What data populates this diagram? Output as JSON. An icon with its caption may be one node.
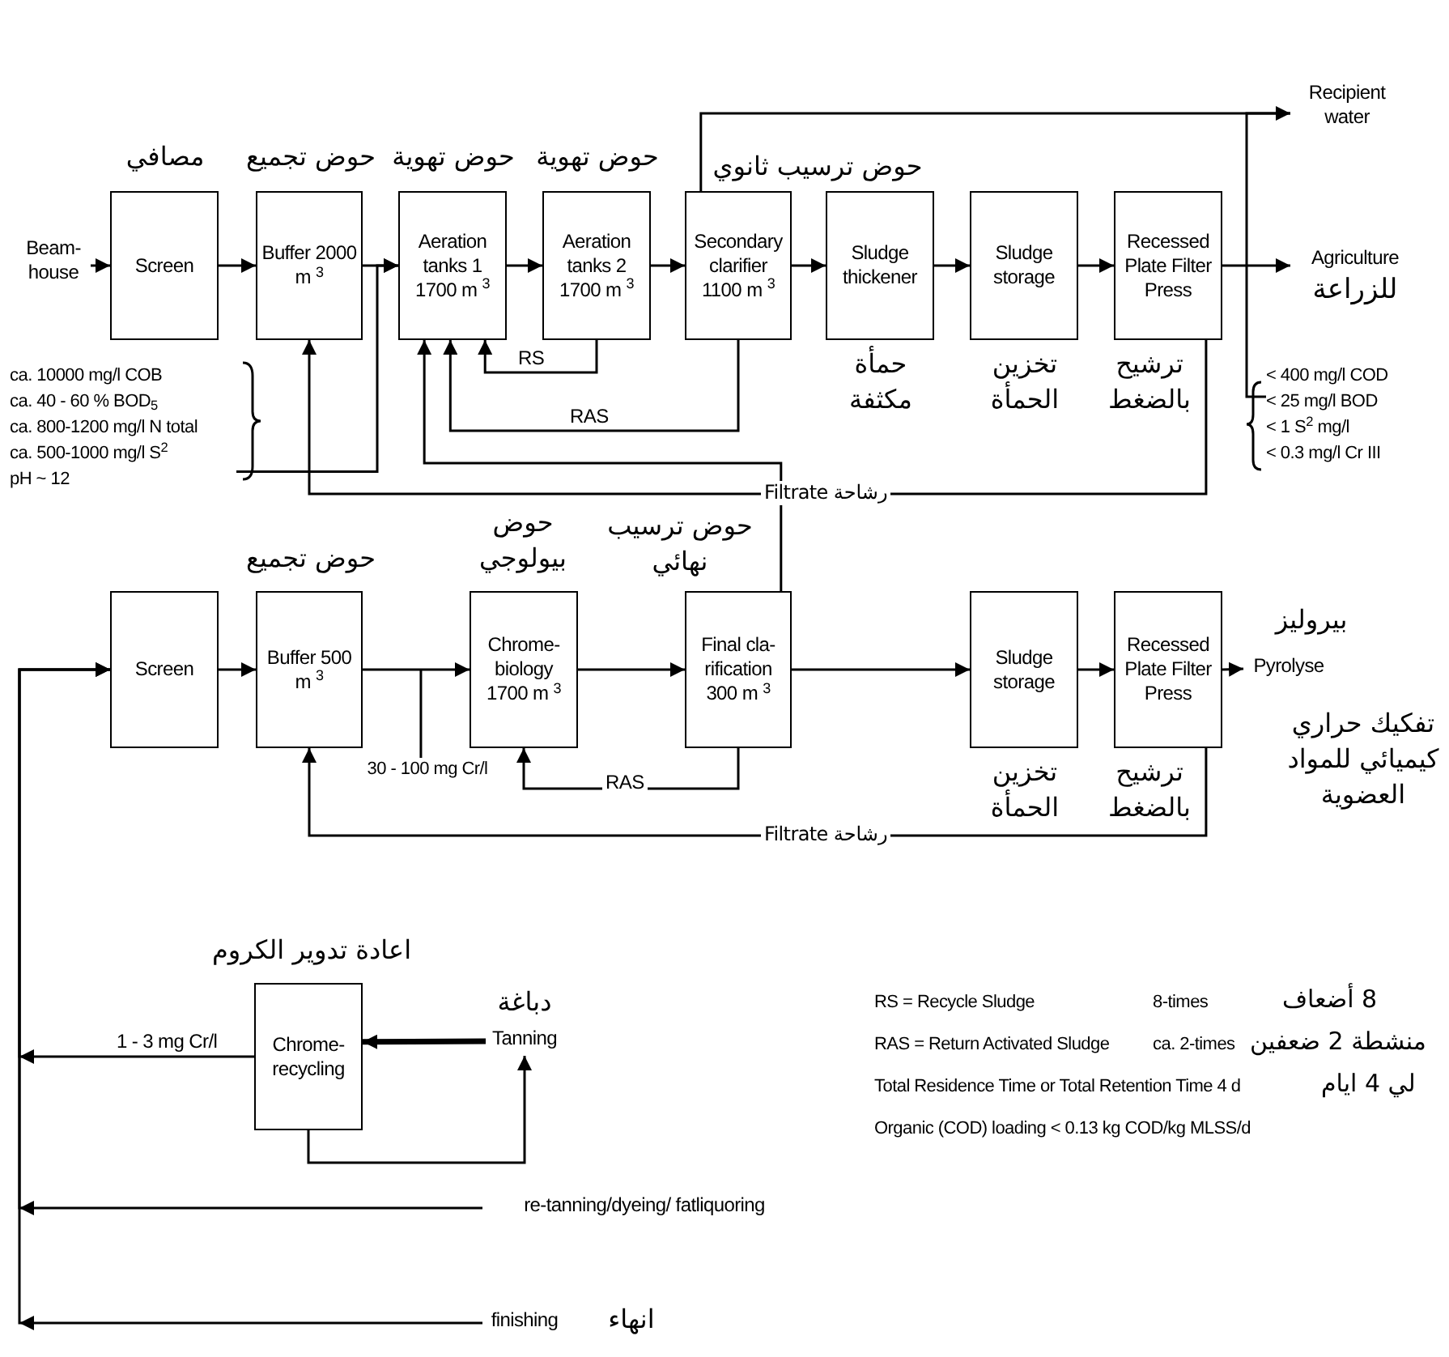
{
  "diagram": {
    "nodes": [
      {
        "text": [
          "Beam-house"
        ]
      },
      {
        "text": [
          "Screen"
        ],
        "beside": [
          "مصافي"
        ]
      },
      {
        "text": [
          "Buffer 2000 m $^{3}$"
        ],
        "beside": [
          "حوض تجميع"
        ]
      },
      {
        "text": [
          "Aeration tanks 1 1700 m $^{3}$"
        ],
        "beside": [
          "حوض تهوية"
        ]
      },
      {
        "text": [
          "Aeration tanks 2 1700 m $^{3}$"
        ],
        "beside": [
          "حوض تهوية"
        ]
      },
      {
        "text": [
          "Secondary clarifier 1100 m $^{3}$"
        ],
        "beside": [
          "حوض ترسيب ثانوي"
        ]
      },
      {
        "text": [
          "Sludge thickener"
        ],
        "beside": [
          "حمأة مكثفة"
        ]
      },
      {
        "text": [
          "Sludge storage"
        ],
        "beside": [
          "تخزين الحمأة"
        ]
      },
      {
        "text": [
          "Recessed Plate Filter Press"
        ],
        "beside": [
          "ترشيح بالضغط"
        ]
      },
      {
        "text": [
          "Recipient water"
        ]
      },
      {
        "text": [
          "Agriculture",
          "للزراعة"
        ]
      },
      {
        "text": [
          "ca. 10000 mg/l COB",
          "ca. 40 - 60 % BOD$_{5}$",
          "ca. 800-1200 mg/l N total",
          "ca. 500-1000 mg/l S$^{2}$",
          "pH ~ 12"
        ]
      },
      {
        "text": [
          "< 400 mg/l COD",
          "< 25 mg/l BOD",
          "< 1 S$^{2}$ mg/l",
          "< 0.3 mg/l Cr III"
        ]
      },
      {
        "text": [
          "Screen"
        ]
      },
      {
        "text": [
          "Buffer 500 m $^{3}$"
        ],
        "beside": [
          "حوض تجميع"
        ]
      },
      {
        "text": [
          "Chrome-biology 1700 m $^{3}$"
        ],
        "beside": [
          "حوض بيولوجي"
        ]
      },
      {
        "text": [
          "Final cla- rification 300 m $^{3}$"
        ],
        "beside": [
          "حوض ترسيب نهائي"
        ]
      },
      {
        "text": [
          "Sludge storage"
        ],
        "beside": [
          "تخزين الحمأة"
        ]
      },
      {
        "text": [
          "Recessed Plate Filter Press"
        ],
        "beside": [
          "ترشيح بالضغط"
        ]
      },
      {
        "text": [
          "Pyrolyse"
        ],
        "beside": [
          "بيروليز",
          "تفكيك حراري كيميائي للمواد العضوية"
        ]
      },
      {
        "text": [
          "Chrome-recycling"
        ],
        "beside": [
          "اعادة تدوير الكروم"
        ]
      },
      {
        "text": [
          "Tanning"
        ],
        "beside": [
          "دباغة"
        ]
      },
      {
        "text": [
          "re-tanning/dyeing/ fatliquoring"
        ]
      },
      {
        "text": [
          "finishing"
        ],
        "beside": [
          "انهاء"
        ]
      },
      {
        "text": [
          "30 - 100 mg Cr/l"
        ]
      }
    ],
    "edges": [
      {
        "from": 0,
        "to": 1,
        "arrow": "to"
      },
      {
        "from": 1,
        "to": 2,
        "arrow": "to"
      },
      {
        "from": 2,
        "to": 3,
        "arrow": "to"
      },
      {
        "from": 3,
        "to": 4,
        "arrow": "to"
      },
      {
        "from": 4,
        "to": 5,
        "arrow": "to"
      },
      {
        "from": 5,
        "to": 6,
        "arrow": "to"
      },
      {
        "from": 6,
        "to": 7,
        "arrow": "to"
      },
      {
        "from": 7,
        "to": 8,
        "arrow": "to"
      },
      {
        "from": 8,
        "to": 10,
        "arrow": "to"
      },
      {
        "from": 5,
        "to": 9,
        "arrow": "to"
      },
      {
        "from": 12,
        "to": 9,
        "arrow": "none"
      },
      {
        "from": 4,
        "to": 3,
        "arrow": "to",
        "label": "RS"
      },
      {
        "from": 5,
        "to": 3,
        "arrow": "to",
        "label": "RAS"
      },
      {
        "from": 16,
        "to": 3,
        "arrow": "to"
      },
      {
        "from": 8,
        "to": 2,
        "arrow": "to",
        "label": "Filtrate رشاحة"
      },
      {
        "from": 11,
        "to": 3,
        "arrow": "to"
      },
      {
        "from": 13,
        "to": 14,
        "arrow": "to"
      },
      {
        "from": 14,
        "to": 15,
        "arrow": "to"
      },
      {
        "from": 15,
        "to": 16,
        "arrow": "to"
      },
      {
        "from": 16,
        "to": 17,
        "arrow": "to"
      },
      {
        "from": 17,
        "to": 18,
        "arrow": "to"
      },
      {
        "from": 18,
        "to": 19,
        "arrow": "to"
      },
      {
        "from": 16,
        "to": 15,
        "arrow": "to",
        "label": "RAS"
      },
      {
        "from": 18,
        "to": 14,
        "arrow": "to",
        "label": "Filtrate رشاحة"
      },
      {
        "from": 20,
        "to": 13,
        "arrow": "to",
        "label": "1 - 3 mg Cr/l"
      },
      {
        "from": 21,
        "to": 20,
        "arrow": "to",
        "style": "thick"
      },
      {
        "from": 20,
        "to": 21,
        "arrow": "to"
      },
      {
        "from": 22,
        "to": 13,
        "arrow": "to"
      },
      {
        "from": 23,
        "to": 13,
        "arrow": "to"
      },
      {
        "from": 24,
        "to": null,
        "arrow": "none"
      }
    ],
    "labels": [
      "RS = Recycle Sludge",
      "8-times",
      "8 أضعاف",
      "RAS = Return Activated Sludge",
      "ca. 2-times",
      "منشطة 2 ضعفين",
      "Total Residence Time or Total Retention Time 4 d",
      "لي 4 ايام",
      "Organic (COD) loading < 0.13 kg COD/kg MLSS/d"
    ]
  }
}
